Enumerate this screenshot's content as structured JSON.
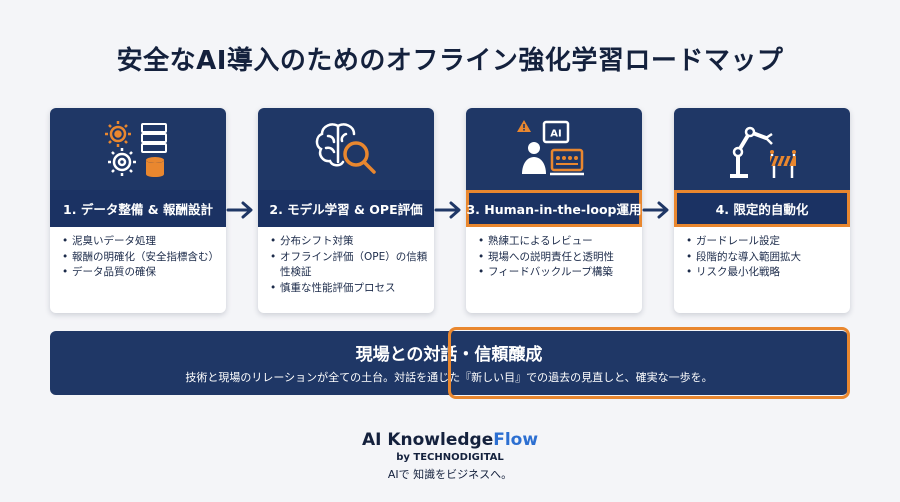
{
  "title": "安全なAI導入のためのオフライン強化学習ロードマップ",
  "steps": [
    {
      "label": "1. データ整備 & 報酬設計",
      "icon": "gears-database-icon",
      "items": [
        "泥臭いデータ処理",
        "報酬の明確化（安全指標含む）",
        "データ品質の確保"
      ]
    },
    {
      "label": "2. モデル学習 & OPE評価",
      "icon": "brain-magnifier-icon",
      "items": [
        "分布シフト対策",
        "オフライン評価（OPE）の信頼性検証",
        "慎重な性能評価プロセス"
      ]
    },
    {
      "label": "3. Human-in-the-loop運用",
      "icon": "operator-monitor-icon",
      "icon_text": "AI",
      "items": [
        "熟練工によるレビュー",
        "現場への説明責任と透明性",
        "フィードバックループ構築"
      ]
    },
    {
      "label": "4. 限定的自動化",
      "icon": "robot-arm-barrier-icon",
      "items": [
        "ガードレール設定",
        "段階的な導入範囲拡大",
        "リスク最小化戦略"
      ]
    }
  ],
  "dialog": {
    "title": "現場との対話・信頼醸成",
    "subtitle": "技術と現場のリレーションが全ての土台。対話を通じた『新しい目』での過去の見直しと、確実な一歩を。"
  },
  "brand": {
    "name_a": "AI Knowledge",
    "name_b": "Flow",
    "by": "by TECHNODIGITAL",
    "tagline": "AIで 知識をビジネスへ。"
  },
  "colors": {
    "navy": "#1f3766",
    "orange": "#e9872f",
    "brand_blue": "#2c6fd1",
    "background": "#f4f5f8"
  }
}
